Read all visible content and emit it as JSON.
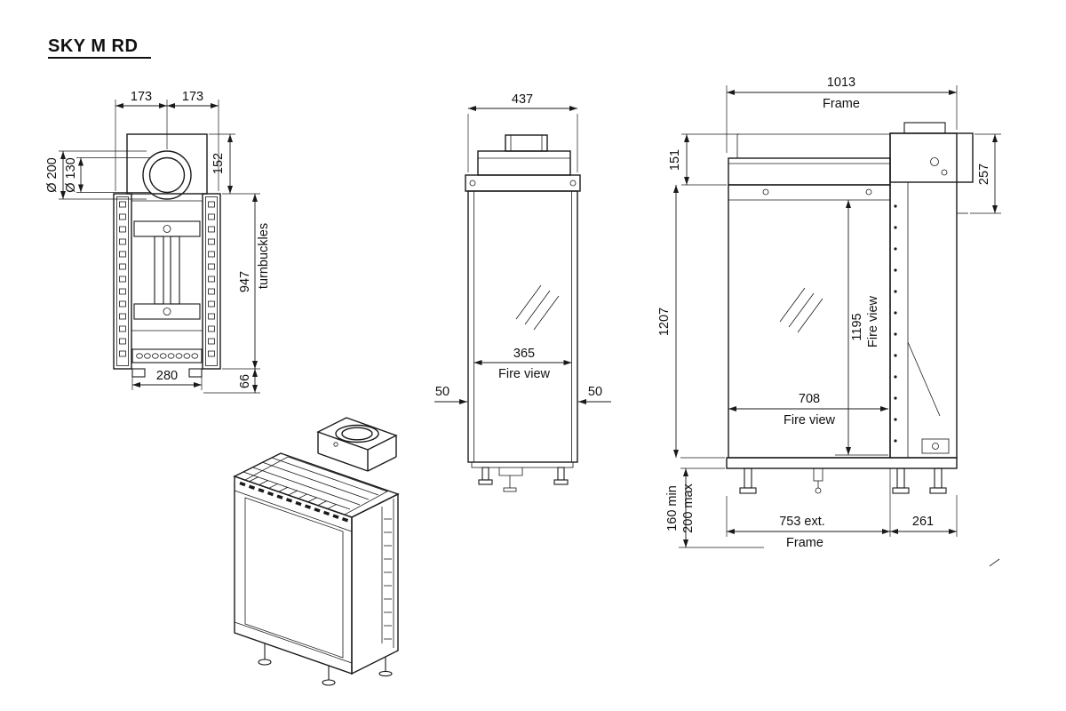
{
  "title": "SKY M RD",
  "views": {
    "front_top": {
      "dim_173_left": "173",
      "dim_173_right": "173",
      "dim_152": "152",
      "dia_200": "Ø 200",
      "dia_130": "Ø 130",
      "dim_947": "947",
      "label_turnbuckles": "turnbuckles",
      "dim_280": "280",
      "dim_66": "66"
    },
    "side": {
      "dim_437": "437",
      "dim_365": "365",
      "label_fire_view": "Fire view",
      "dim_50_left": "50",
      "dim_50_right": "50"
    },
    "front_right": {
      "dim_1013": "1013",
      "label_frame_top": "Frame",
      "dim_151": "151",
      "dim_257": "257",
      "dim_1207": "1207",
      "dim_1195": "1195",
      "label_fire_view_vertical": "Fire view",
      "dim_708": "708",
      "label_fire_view_horizontal": "Fire view",
      "dim_160_min": "160 min",
      "dim_200_max": "200 max",
      "dim_753_ext": "753 ext.",
      "dim_261": "261",
      "label_frame_bottom": "Frame"
    }
  }
}
